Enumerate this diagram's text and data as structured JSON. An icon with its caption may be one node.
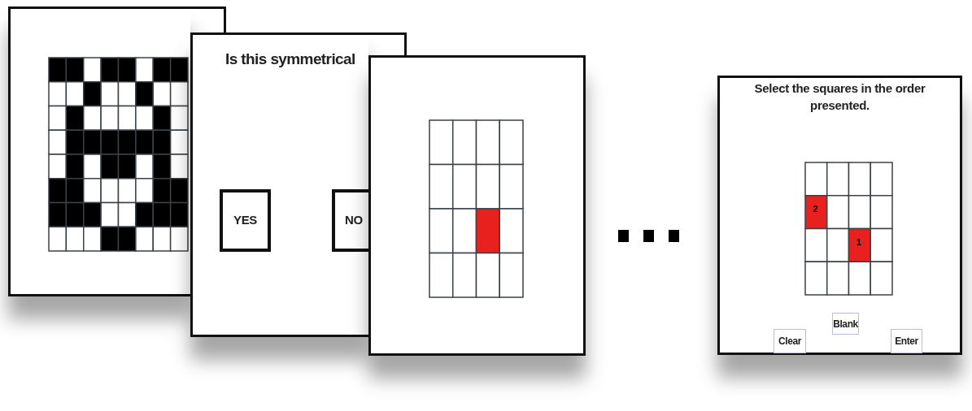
{
  "diagram": {
    "nodes": [
      {
        "text": [],
        "shape": "box"
      },
      {
        "text": [
          "Is this symmetrical"
        ]
      },
      {
        "text": [
          "YES"
        ],
        "in": 1
      },
      {
        "text": [
          "NO"
        ],
        "in": 1
      },
      {
        "text": [],
        "shape": "box"
      },
      {
        "text": [
          "Select the squares in the order presented."
        ]
      },
      {
        "text": [
          "Blank"
        ],
        "in": 5
      },
      {
        "text": [
          "Clear"
        ],
        "in": 5
      },
      {
        "text": [
          "Enter"
        ],
        "in": 5
      }
    ],
    "labels": [
      "2",
      "1"
    ]
  }
}
